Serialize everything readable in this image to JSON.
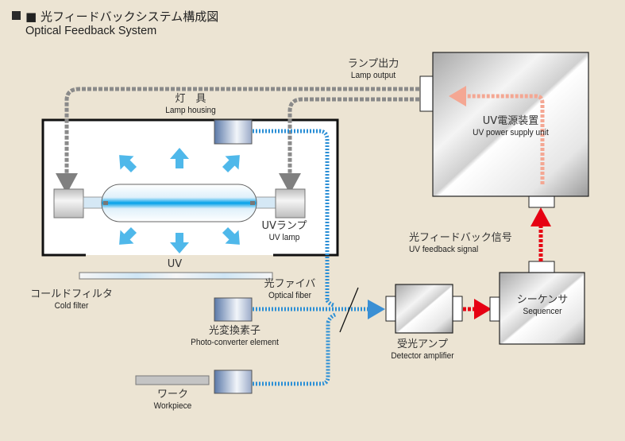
{
  "title": {
    "jp": "■ 光フィードバックシステム構成図",
    "en": "Optical Feedback System"
  },
  "labels": {
    "lamp_output": {
      "jp": "ランプ出力",
      "en": "Lamp output"
    },
    "lamp_housing": {
      "jp": "灯　具",
      "en": "Lamp housing"
    },
    "power_supply": {
      "jp": "UV電源装置",
      "en": "UV power supply unit"
    },
    "uv_lamp": {
      "jp": "UVランプ",
      "en": "UV lamp"
    },
    "uv": {
      "text": "UV"
    },
    "cold_filter": {
      "jp": "コールドフィルタ",
      "en": "Cold filter"
    },
    "optical_fiber": {
      "jp": "光ファイバ",
      "en": "Optical fiber"
    },
    "photo_converter": {
      "jp": "光変換素子",
      "en": "Photo-converter element"
    },
    "workpiece": {
      "jp": "ワーク",
      "en": "Workpiece"
    },
    "detector_amp": {
      "jp": "受光アンプ",
      "en": "Detector amplifier"
    },
    "feedback_signal": {
      "jp": "光フィードバック信号",
      "en": "UV feedback signal"
    },
    "sequencer": {
      "jp": "シーケンサ",
      "en": "Sequencer"
    }
  },
  "colors": {
    "background": "#ece4d3",
    "uv_blue": "#4fb8ea",
    "fiber_blue": "#2b8fd6",
    "lamp_line_gray": "#8a8a8a",
    "signal_red": "#e60012",
    "internal_pink": "#f4a793"
  }
}
